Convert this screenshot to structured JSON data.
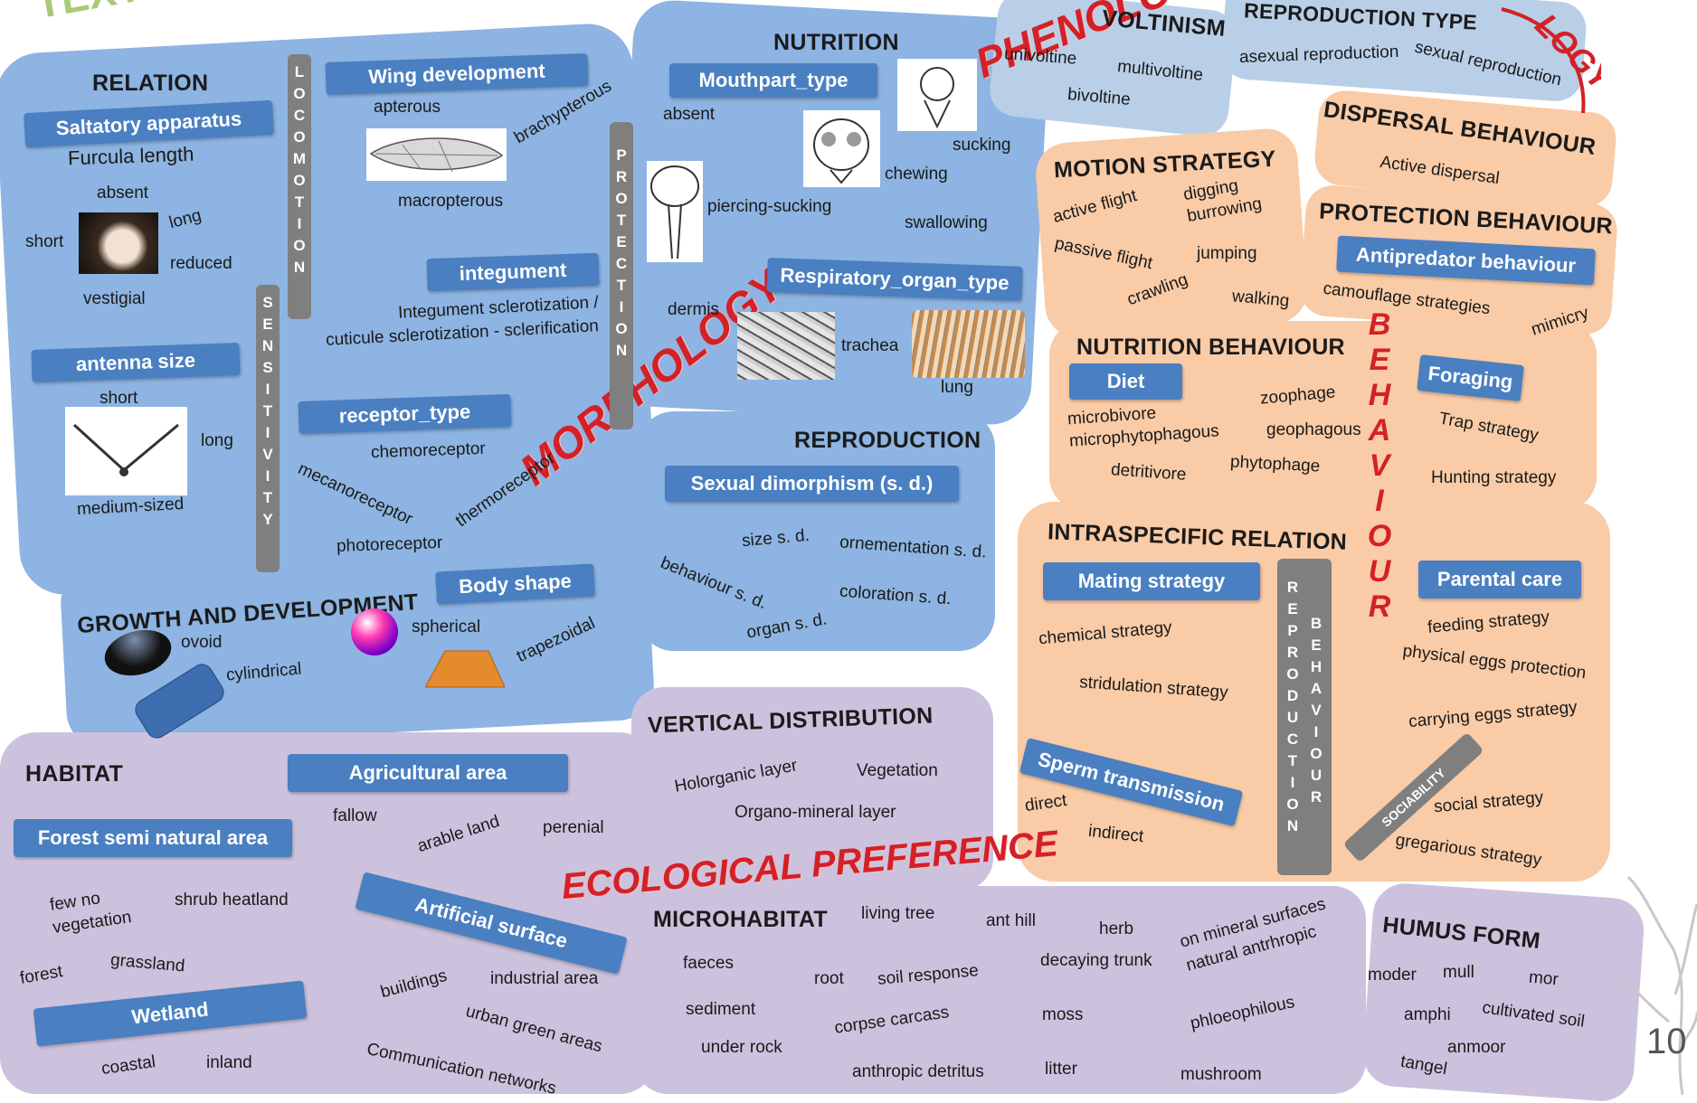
{
  "title": "TEXTUAL TRAITS FROM",
  "page_number": "10",
  "banners": {
    "phenology": "PHENOLOGY",
    "morphology": "MORPHOLOGY",
    "ecological": "ECOLOGICAL PREFERENCE",
    "behaviour_letters": [
      "B",
      "E",
      "H",
      "A",
      "V",
      "I",
      "O",
      "U",
      "R"
    ]
  },
  "morphology": {
    "relation": "RELATION",
    "saltatory": "Saltatory apparatus",
    "furcula": "Furcula length",
    "furcula_vals": [
      "absent",
      "short",
      "long",
      "reduced",
      "vestigial"
    ],
    "antenna": "antenna size",
    "antenna_vals": [
      "short",
      "long",
      "medium-sized"
    ],
    "locomotion": [
      "L",
      "O",
      "C",
      "O",
      "M",
      "O",
      "T",
      "I",
      "O",
      "N"
    ],
    "sensitivity": [
      "S",
      "E",
      "N",
      "S",
      "I",
      "T",
      "I",
      "V",
      "I",
      "T",
      "Y"
    ],
    "wing": "Wing development",
    "wing_vals": [
      "apterous",
      "brachypterous",
      "macropterous"
    ],
    "integument": "integument",
    "integument_val1": "Integument sclerotization /",
    "integument_val2": "cuticule sclerotization - sclerification",
    "receptor": "receptor_type",
    "receptor_vals": [
      "chemoreceptor",
      "mecanoreceptor",
      "thermoreceptor",
      "photoreceptor"
    ],
    "protection": [
      "P",
      "R",
      "O",
      "T",
      "E",
      "C",
      "T",
      "I",
      "O",
      "N"
    ],
    "growth": "GROWTH AND DEVELOPMENT",
    "body_shape": "Body shape",
    "shape_vals": [
      "ovoid",
      "cylindrical",
      "spherical",
      "trapezoidal"
    ],
    "nutrition": "NUTRITION",
    "mouthpart": "Mouthpart_type",
    "mouth_vals": [
      "absent",
      "sucking",
      "chewing",
      "piercing-sucking",
      "swallowing"
    ],
    "respiratory": "Respiratory_organ_type",
    "resp_vals": [
      "dermis",
      "trachea",
      "lung"
    ],
    "reproduction": "REPRODUCTION",
    "dimorphism": "Sexual dimorphism (s. d.)",
    "dimorph_vals": [
      "size s. d.",
      "ornementation s. d.",
      "behaviour s. d.",
      "coloration s. d.",
      "organ s. d."
    ]
  },
  "phenology": {
    "voltinism": "VOLTINISM",
    "volt_vals": [
      "univoltine",
      "multivoltine",
      "bivoltine"
    ],
    "reproduction_type": "REPRODUCTION TYPE",
    "rt_vals": [
      "asexual reproduction",
      "sexual reproduction"
    ]
  },
  "behaviour": {
    "motion": "MOTION STRATEGY",
    "motion_vals": [
      "active flight",
      "digging",
      "burrowing",
      "passive flight",
      "jumping",
      "crawling",
      "walking"
    ],
    "dispersal": "DISPERSAL BEHAVIOUR",
    "dispersal_val": "Active dispersal",
    "protection": "PROTECTION BEHAVIOUR",
    "antipredator": "Antipredator behaviour",
    "protect_vals": [
      "camouflage strategies",
      "mimicry"
    ],
    "nutrition": "NUTRITION BEHAVIOUR",
    "diet": "Diet",
    "diet_vals": [
      "zoophage",
      "microbivore",
      "microphytophagous",
      "geophagous",
      "detritivore",
      "phytophage"
    ],
    "foraging": "Foraging",
    "forage_vals": [
      "Trap strategy",
      "Hunting strategy"
    ],
    "intraspecific": "INTRASPECIFIC RELATION",
    "mating": "Mating strategy",
    "mating_vals": [
      "chemical strategy",
      "stridulation strategy"
    ],
    "repro_beh_col1": [
      "R",
      "E",
      "P",
      "R",
      "O",
      "D",
      "U",
      "C",
      "T",
      "I",
      "O",
      "N"
    ],
    "repro_beh_col2": [
      "B",
      "E",
      "H",
      "A",
      "V",
      "I",
      "O",
      "U",
      "R"
    ],
    "sperm": "Sperm transmission",
    "sperm_vals": [
      "direct",
      "indirect"
    ],
    "parental": "Parental care",
    "parental_vals": [
      "feeding strategy",
      "physical eggs protection",
      "carrying eggs strategy"
    ],
    "sociability": "SOCIABILITY",
    "soc_vals": [
      "social strategy",
      "gregarious strategy"
    ]
  },
  "ecology": {
    "habitat": "HABITAT",
    "agricultural": "Agricultural area",
    "agri_vals": [
      "fallow",
      "arable land",
      "perenial"
    ],
    "forest": "Forest semi natural area",
    "forest_vals": [
      "few no",
      "vegetation",
      "shrub heatland",
      "forest",
      "grassland"
    ],
    "artificial": "Artificial surface",
    "art_vals": [
      "buildings",
      "industrial area",
      "urban green areas",
      "Communication networks"
    ],
    "wetland": "Wetland",
    "wet_vals": [
      "coastal",
      "inland"
    ],
    "vertical": "VERTICAL DISTRIBUTION",
    "vert_vals": [
      "Holorganic layer",
      "Vegetation",
      "Organo-mineral layer"
    ],
    "microhabitat": "MICROHABITAT",
    "micro_vals": [
      "living tree",
      "ant hill",
      "herb",
      "on mineral surfaces",
      "natural antrhropic",
      "faeces",
      "decaying trunk",
      "root",
      "soil response",
      "sediment",
      "corpse carcass",
      "moss",
      "phloeophilous",
      "under rock",
      "anthropic detritus",
      "litter",
      "mushroom"
    ],
    "humus": "HUMUS FORM",
    "humus_vals": [
      "moder",
      "mull",
      "mor",
      "amphi",
      "cultivated soil",
      "anmoor",
      "tangel"
    ]
  }
}
